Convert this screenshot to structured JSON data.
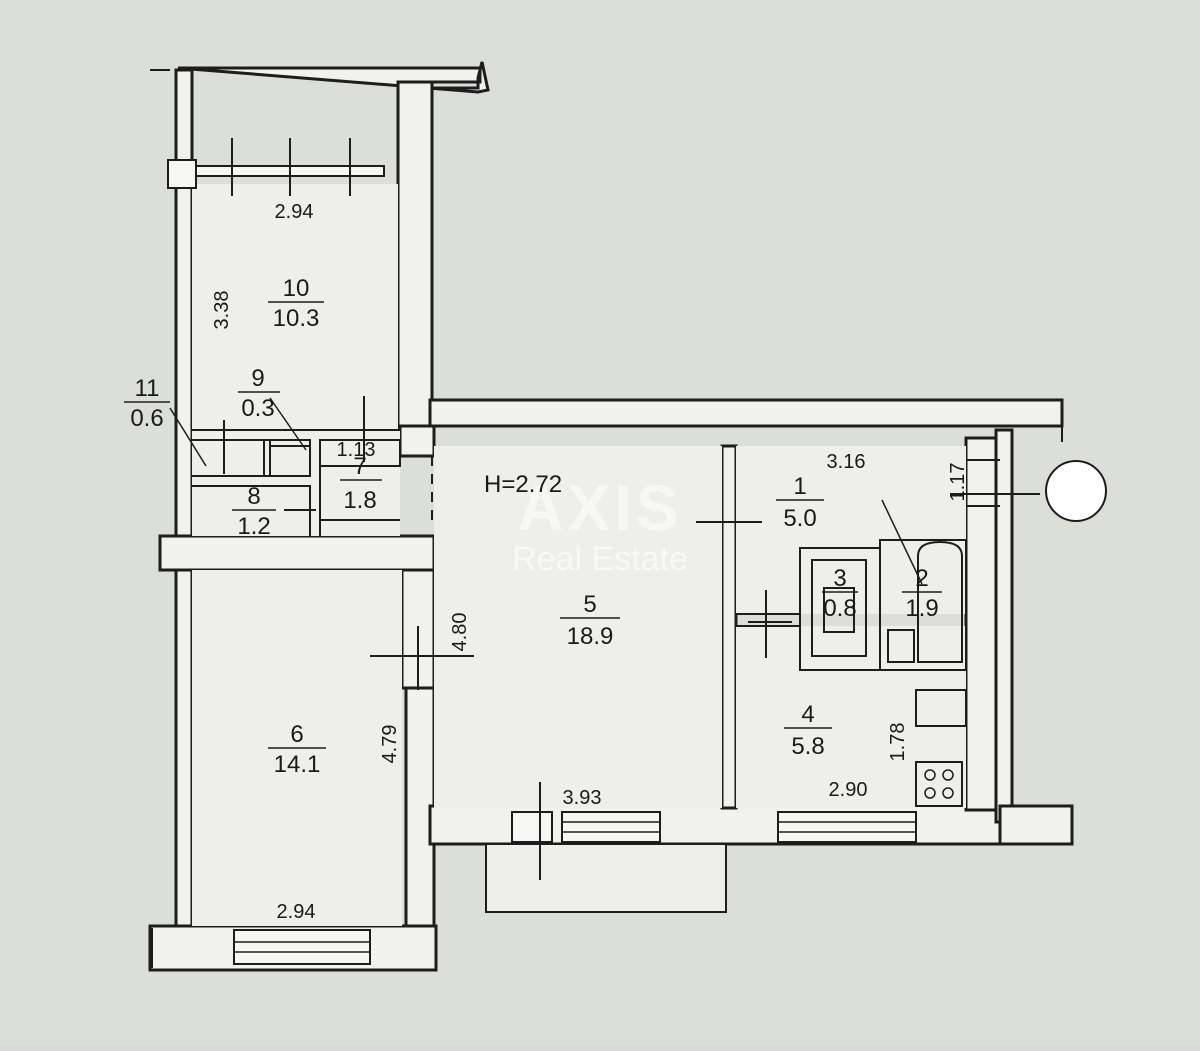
{
  "plan": {
    "ceiling_height": "H=2.72",
    "watermark": {
      "brand": "AXIS",
      "sub": "Real Estate"
    },
    "rooms": [
      {
        "id": "room-1",
        "number": "1",
        "area": "5.0"
      },
      {
        "id": "room-2",
        "number": "2",
        "area": "1.9"
      },
      {
        "id": "room-3",
        "number": "3",
        "area": "0.8"
      },
      {
        "id": "room-4",
        "number": "4",
        "area": "5.8"
      },
      {
        "id": "room-5",
        "number": "5",
        "area": "18.9"
      },
      {
        "id": "room-6",
        "number": "6",
        "area": "14.1"
      },
      {
        "id": "room-7",
        "number": "7",
        "area": "1.8"
      },
      {
        "id": "room-8",
        "number": "8",
        "area": "1.2"
      },
      {
        "id": "room-9",
        "number": "9",
        "area": "0.3"
      },
      {
        "id": "room-10",
        "number": "10",
        "area": "10.3"
      },
      {
        "id": "room-11",
        "number": "11",
        "area": "0.6"
      }
    ],
    "dimensions": {
      "r10_width": "2.94",
      "r10_length": "3.38",
      "r7_width": "1.13",
      "r5_length": "4.80",
      "r5_width": "3.93",
      "r6_length": "4.79",
      "r6_width": "2.94",
      "r1_width": "3.16",
      "r1_length": "1.17",
      "r4_length": "1.78",
      "r4_width": "2.90"
    }
  }
}
